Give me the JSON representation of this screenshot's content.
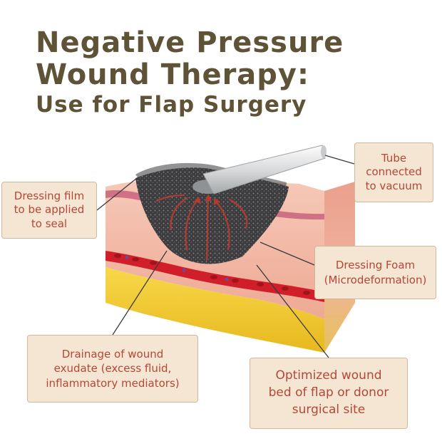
{
  "title": {
    "line1": "Negative Pressure",
    "line2": "Wound Therapy:",
    "line3": "Use for Flap Surgery"
  },
  "callouts": {
    "film": [
      "Dressing film",
      "to be applied",
      "to seal"
    ],
    "tube": [
      "Tube",
      "connected",
      "to vacuum"
    ],
    "foam": [
      "Dressing Foam",
      "(Microdeformation)"
    ],
    "drain": [
      "Drainage of wound",
      "exudate (excess fluid,",
      "inflammatory mediators)"
    ],
    "bed": [
      "Optimized wound",
      "bed of flap or donor",
      "surgical site"
    ]
  },
  "colors": {
    "title": "#5f5337",
    "callout_text": "#b54737",
    "callout_bg": "#f5e6d3",
    "skin": "#f2b9a6",
    "fat": "#f2c731",
    "foam": "#3c3c3c",
    "arrows": "#b23a2e"
  }
}
